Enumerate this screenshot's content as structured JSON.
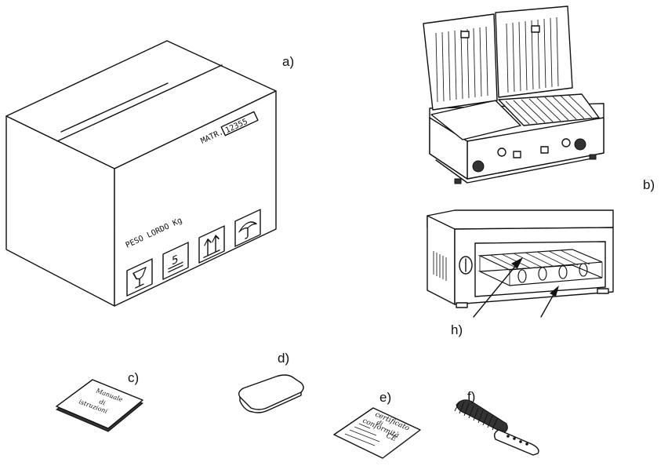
{
  "labels": {
    "a": "a)",
    "b": "b)",
    "c": "c)",
    "d": "d)",
    "e": "e)",
    "f": "f)",
    "h": "h)"
  },
  "box": {
    "matr_label": "MATR.",
    "matr_value": "12355",
    "peso_label": "PESO LORDO Kg"
  },
  "manual": {
    "line1": "Manuale",
    "line2": "di",
    "line3": "istruzioni"
  },
  "certificate": {
    "line1": "certificato",
    "line2": "di",
    "line3": "conformità",
    "line4": "CE"
  }
}
